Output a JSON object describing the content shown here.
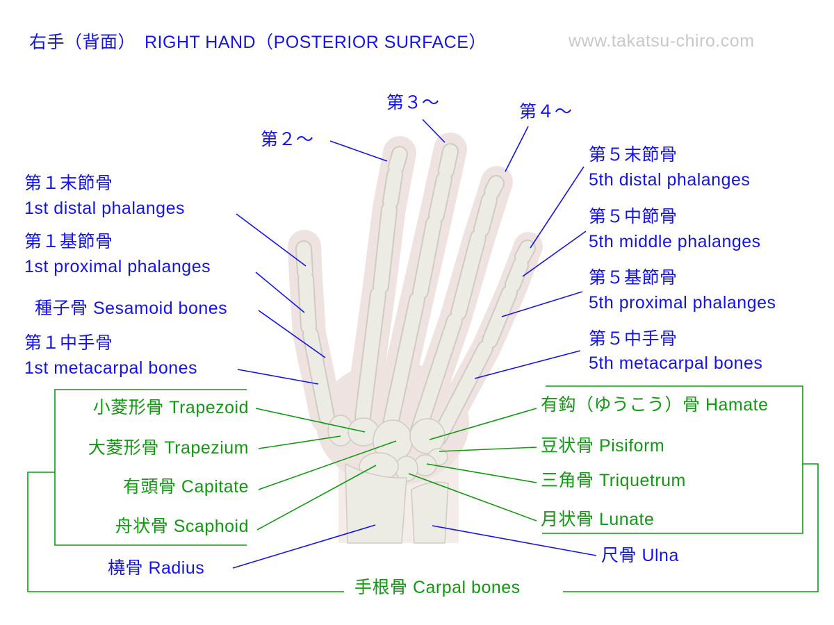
{
  "title": {
    "main": "右手（背面）　RIGHT HAND（POSTERIOR SURFACE）",
    "website": "www.takatsu-chiro.com"
  },
  "finger_labels": {
    "second": "第２～",
    "third": "第３～",
    "fourth": "第４～"
  },
  "left_labels": {
    "first_distal_jp": "第１末節骨",
    "first_distal_en": "1st distal phalanges",
    "first_proximal_jp": "第１基節骨",
    "first_proximal_en": "1st proximal phalanges",
    "sesamoid": "種子骨 Sesamoid bones",
    "first_metacarpal_jp": "第１中手骨",
    "first_metacarpal_en": "1st metacarpal bones"
  },
  "right_labels": {
    "fifth_distal_jp": "第５末節骨",
    "fifth_distal_en": "5th distal phalanges",
    "fifth_middle_jp": "第５中節骨",
    "fifth_middle_en": "5th middle phalanges",
    "fifth_proximal_jp": "第５基節骨",
    "fifth_proximal_en": "5th proximal phalanges",
    "fifth_metacarpal_jp": "第５中手骨",
    "fifth_metacarpal_en": "5th metacarpal bones"
  },
  "carpal_left": {
    "trapezoid": "小菱形骨 Trapezoid",
    "trapezium": "大菱形骨 Trapezium",
    "capitate": "有頭骨 Capitate",
    "scaphoid": "舟状骨 Scaphoid"
  },
  "carpal_right": {
    "hamate": "有鈎（ゆうこう）骨 Hamate",
    "pisiform": "豆状骨 Pisiform",
    "triquetrum": "三角骨 Triquetrum",
    "lunate": "月状骨 Lunate"
  },
  "forearm": {
    "radius": "橈骨 Radius",
    "ulna": "尺骨 Ulna"
  },
  "group": {
    "carpal_bones": "手根骨 Carpal bones"
  },
  "colors": {
    "label_blue": "#1414e6",
    "label_green": "#119911",
    "website_gray": "#c8c8c8",
    "bone": "#e9e8e0",
    "silhouette": "#efe4e2"
  }
}
